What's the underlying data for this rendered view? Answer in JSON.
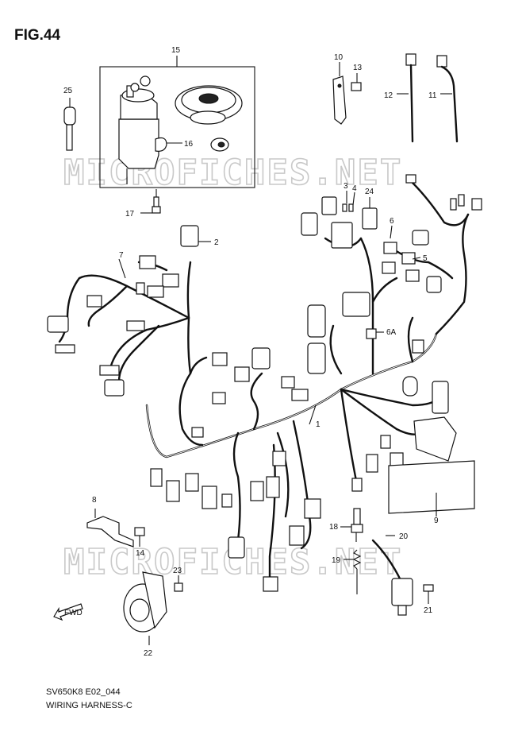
{
  "figure": {
    "title": "FIG.44"
  },
  "watermark": {
    "text": "MICROFICHES.NET"
  },
  "footer": {
    "model_code": "SV650K8 E02_044",
    "caption": "WIRING HARNESS-C"
  },
  "direction_arrow": {
    "label": "FWD"
  },
  "callouts": [
    "1",
    "2",
    "3",
    "4",
    "5",
    "6",
    "6A",
    "7",
    "8",
    "9",
    "10",
    "11",
    "12",
    "13",
    "14",
    "15",
    "16",
    "17",
    "18",
    "19",
    "20",
    "21",
    "22",
    "23",
    "24",
    "25"
  ]
}
